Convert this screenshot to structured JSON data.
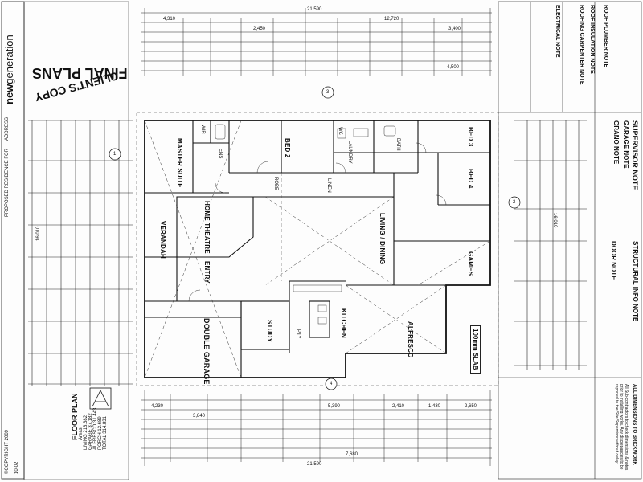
{
  "title_block": {
    "brand_prefix": "new",
    "brand_suffix": "generation",
    "drawing_title": "FLOOR PLAN",
    "copyright": "©COPYRIGHT 2009",
    "scale_label": "10-02",
    "address_label": "ADDRESS",
    "proposed": "PROPOSED RESIDENCE FOR"
  },
  "stamps": {
    "final_plans": "FINAL PLANS",
    "clients_copy": "CLIENT'S COPY"
  },
  "areas": [
    {
      "label": "Areas:",
      "value": ""
    },
    {
      "label": "LIVING",
      "value": "218.682"
    },
    {
      "label": "GARAGE",
      "value": "37.182"
    },
    {
      "label": "ALFRESCO",
      "value": "31.443"
    },
    {
      "label": "PORCH",
      "value": "12.689"
    },
    {
      "label": "TOTAL",
      "value": "314.831"
    }
  ],
  "rooms": {
    "master_suite": "MASTER SUITE",
    "bed2": "BED 2",
    "bed3": "BED 3",
    "bed4": "BED 4",
    "home_theatre": "HOME THEATRE",
    "verandah": "VERANDAH",
    "entry": "ENTRY",
    "living_dining": "LIVING / DINING",
    "games": "GAMES",
    "study": "STUDY",
    "kitchen": "KITCHEN",
    "alfresco": "ALFRESCO",
    "double_garage": "DOUBLE GARAGE",
    "wir": "WIR",
    "ens": "ENS",
    "bath": "BATH",
    "laundry": "LAUNDRY",
    "wc": "WC",
    "robe": "ROBE",
    "linen": "LINEN",
    "pty": "PTY"
  },
  "slab": "100mm SLAB",
  "dimensions": {
    "overall_top": "21,590",
    "overall_bottom": "21,590",
    "top_row2": "12,720",
    "left_overall": "16,010",
    "right_overall": "16,010",
    "top_a": "4,310",
    "top_b": "2,450",
    "top_c": "3,400",
    "top_d": "4,500",
    "bot_a": "4,230",
    "bot_b": "3,840",
    "bot_c": "5,390",
    "bot_d": "2,410",
    "bot_e": "1,430",
    "bot_f": "2,650",
    "bot_g": "7,680"
  },
  "notes": {
    "supervisor": "SUPERVISOR NOTE",
    "garage": "GARAGE NOTE",
    "grano": "GRANO NOTE",
    "structural": "STRUCTURAL INFO NOTE",
    "door": "DOOR NOTE",
    "electrical": "ELECTRICAL NOTE",
    "roof_plumber": "ROOF PLUMBER NOTE",
    "roof_carpenter": "ROOFING CARPENTER NOTE",
    "roof_insulation": "ROOF INSULATION NOTE",
    "bottom_right_1": "ALL DIMENSIONS TO BRICKWORK",
    "bottom_right_2": "All Sub-contractors to check dimensions & notes prior to installing works. Any discrepancies to be reported to the Site Supervisor without delay."
  },
  "grid_markers": [
    "1",
    "2",
    "3",
    "4"
  ]
}
